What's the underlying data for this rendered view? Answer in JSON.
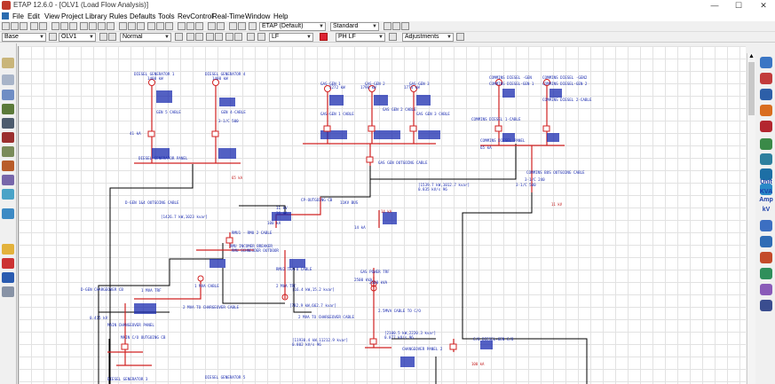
{
  "window": {
    "title": "ETAP 12.6.0 - [OLV1 (Load Flow Analysis)]",
    "controls": [
      "—",
      "☐",
      "✕"
    ]
  },
  "menu": [
    "File",
    "Edit",
    "View",
    "Project",
    "Library",
    "Rules",
    "Defaults",
    "Tools",
    "RevControl",
    "Real-Time",
    "Window",
    "Help"
  ],
  "toolbar": {
    "font_combo": "ETAP (Default)",
    "style_combo": "Standard"
  },
  "toolbar2": {
    "presentation": "Base",
    "revision": "OLV1",
    "config": "Normal",
    "mode": "LF",
    "study_case": "PH LF",
    "adjustments": "Adjustments"
  },
  "right_toolbar": {
    "units_label": "Unit",
    "kva_label": "KVA Amp",
    "kv_label": "kV"
  },
  "diagram": {
    "labels": [
      {
        "id": "L1",
        "text": "DIESEL GENERATOR 1"
      },
      {
        "id": "L2",
        "text": "DIESEL GENERATOR 4"
      },
      {
        "id": "L3",
        "text": "1400 kW"
      },
      {
        "id": "L4",
        "text": "1400 kW"
      },
      {
        "id": "L5",
        "text": "GAS-GEN 1"
      },
      {
        "id": "L6",
        "text": "GAS-GEN 2"
      },
      {
        "id": "L7",
        "text": "GAS-GEN 3"
      },
      {
        "id": "L8",
        "text": "2272 kW"
      },
      {
        "id": "L9",
        "text": "1790 kW"
      },
      {
        "id": "L10",
        "text": "1774 kW"
      },
      {
        "id": "L11",
        "text": "COMMINS DIESEL -GEN"
      },
      {
        "id": "L12",
        "text": "COMMINS DIESEL -GEN2"
      },
      {
        "id": "L13",
        "text": "COMMINS DIESEL 1-CABLE"
      },
      {
        "id": "L14",
        "text": "COMMINS DIESEL 2-CABLE"
      },
      {
        "id": "L15",
        "text": "GEN 5 CABLE"
      },
      {
        "id": "L16",
        "text": "GEN 4-CABLE"
      },
      {
        "id": "L17",
        "text": "GAS-GEN 1 CABLE"
      },
      {
        "id": "L18",
        "text": "GAS GEN 2 CABLE"
      },
      {
        "id": "L19",
        "text": "GAS GEN 3 CABLE"
      },
      {
        "id": "L20",
        "text": "3-1/C 500"
      },
      {
        "id": "L21",
        "text": "DIESEL GENERATOR PANEL"
      },
      {
        "id": "L22",
        "text": "COMMINS DIESEL PANEL"
      },
      {
        "id": "L23",
        "text": "GAS GEN OUTGOING CABLE"
      },
      {
        "id": "L24",
        "text": "COMMINS BUS OUTGOING CABLE"
      },
      {
        "id": "L25",
        "text": "D-GEN 1&4 OUTGOING CABLE"
      },
      {
        "id": "L26",
        "text": "CP-OUTGOING CB"
      },
      {
        "id": "L27",
        "text": "11KV BUS"
      },
      {
        "id": "L28",
        "text": "RMU1 - RMU 2 CABLE"
      },
      {
        "id": "L29",
        "text": "RMU INCOMER BREAKER"
      },
      {
        "id": "L30",
        "text": "RMU SCHNEIDER OUTDOOR"
      },
      {
        "id": "L31",
        "text": "RMU2 TRAFO CABLE"
      },
      {
        "id": "L32",
        "text": "1 MVA CABLE"
      },
      {
        "id": "L33",
        "text": "2 MVA TRF"
      },
      {
        "id": "L34",
        "text": "2 MVA TO CHARGEOVER CABLE"
      },
      {
        "id": "L35",
        "text": "2 MVA TO CHARGEOVER CABLE"
      },
      {
        "id": "L36",
        "text": "2.5MVA CABLE TO C/O"
      },
      {
        "id": "L37",
        "text": "CHANGEOVER PANEL 2"
      },
      {
        "id": "L38",
        "text": "C/O DIESEL-GEN C/O"
      },
      {
        "id": "L39",
        "text": "MAIN C/O OUTGOING CB"
      },
      {
        "id": "L40",
        "text": "MAIN CHANGEOVER PANEL"
      },
      {
        "id": "L41",
        "text": "DIESEL GENERATOR 5"
      },
      {
        "id": "L42",
        "text": "DIESEL GENERATOR 3"
      },
      {
        "id": "L43",
        "text": "GAS POWER TRF"
      },
      {
        "id": "L44",
        "text": "2500 kVA"
      },
      {
        "id": "L45",
        "text": "[1539.7 kW,1012.7 kvar]"
      },
      {
        "id": "L46",
        "text": "0.835 kV/s 96"
      },
      {
        "id": "L47",
        "text": "[2100.5 kW,2220.3 kvar]"
      },
      {
        "id": "L48",
        "text": "0.877 kV/s 96"
      },
      {
        "id": "L49",
        "text": "[11930.4 kW,11212.9 kvar]"
      },
      {
        "id": "L50",
        "text": "0.802 kV/s 96"
      },
      {
        "id": "L51",
        "text": "[782.9 kW,662.7 kvar]"
      },
      {
        "id": "L52",
        "text": "[16.4 kW,15.2 kvar]"
      },
      {
        "id": "L53",
        "text": "[1426.7 kW,1023 kvar]"
      },
      {
        "id": "L54",
        "text": "41 kA"
      },
      {
        "id": "L55",
        "text": "65 kA"
      },
      {
        "id": "L56",
        "text": "36 kA"
      },
      {
        "id": "L57",
        "text": "100 kA"
      },
      {
        "id": "L58",
        "text": "14 kA"
      },
      {
        "id": "L59",
        "text": "11 kV"
      },
      {
        "id": "L60",
        "text": "3-1/C 240"
      },
      {
        "id": "L61",
        "text": "3-1/C 500"
      },
      {
        "id": "L62",
        "text": "D-GEN CHARGEOVER CB"
      },
      {
        "id": "L63",
        "text": "0.415 kV"
      },
      {
        "id": "L64",
        "text": "1 MVA TRF"
      },
      {
        "id": "L65",
        "text": "2500 kVA"
      },
      {
        "id": "L66",
        "text": "COMMINS DIESEL-GEN 1"
      },
      {
        "id": "L67",
        "text": "COMMINS DIESEL-GEN 2"
      }
    ]
  }
}
